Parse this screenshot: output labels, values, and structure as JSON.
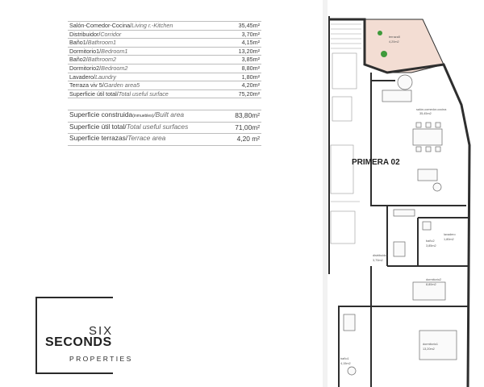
{
  "rooms": [
    {
      "es": "Salón-Comedor-Cocina/",
      "en": "Living r.-Kitchen",
      "area": "35,45m²"
    },
    {
      "es": "Distribuidor/",
      "en": "Corridor",
      "area": "3,70m²"
    },
    {
      "es": "Baño1/",
      "en": "Bathroom1",
      "area": "4,15m²"
    },
    {
      "es": "Dormitorio1/",
      "en": "Bedroom1",
      "area": "13,20m²"
    },
    {
      "es": "Baño2/",
      "en": "Bathroom2",
      "area": "3,85m²"
    },
    {
      "es": "Dormitorio2/",
      "en": "Bedroom2",
      "area": "8,80m²"
    },
    {
      "es": "Lavadero/",
      "en": "Laundry",
      "area": "1,80m²"
    },
    {
      "es": "Terraza viv 5/",
      "en": "Garden area5",
      "area": "4,20m²"
    },
    {
      "es": "Superficie útil total/",
      "en": "Total useful surface",
      "area": "75,20m²"
    }
  ],
  "totals": [
    {
      "es": "Superficie construida",
      "note": "(inmuebles)",
      "en": "/Built area",
      "area": "83,80m²"
    },
    {
      "es": "Superficie útil total/",
      "note": "",
      "en": "Total useful surfaces",
      "area": "71,00m²"
    },
    {
      "es": "Superficie terrazas/",
      "note": "",
      "en": "Terrace area",
      "area": "4,20 m²"
    }
  ],
  "logo": {
    "line1": "SIX",
    "line2": "SECONDS",
    "line3": "PROPERTIES"
  },
  "plan": {
    "unit_label": "PRIMERA 02",
    "labels": {
      "terraza": "terraza5",
      "terraza_area": "4,20m2",
      "salon": "salón-comedor-cocina",
      "salon_area": "35,45m2",
      "lavadero": "lavadero",
      "lavadero_area": "1,80m2",
      "bano2": "baño2",
      "bano2_area": "3,85m2",
      "distribuidor": "distribuidor",
      "distribuidor_area": "3,70m2",
      "dormitorio2": "dormitorio2",
      "dormitorio2_area": "8,80m2",
      "bano1": "baño1",
      "bano1_area": "4,15m2",
      "dormitorio1": "dormitorio1",
      "dormitorio1_area": "13,20m2"
    }
  },
  "colors": {
    "terrace_fill": "#f3ddd3",
    "wall": "#2e2e2e",
    "plant": "#3f9a3b"
  }
}
